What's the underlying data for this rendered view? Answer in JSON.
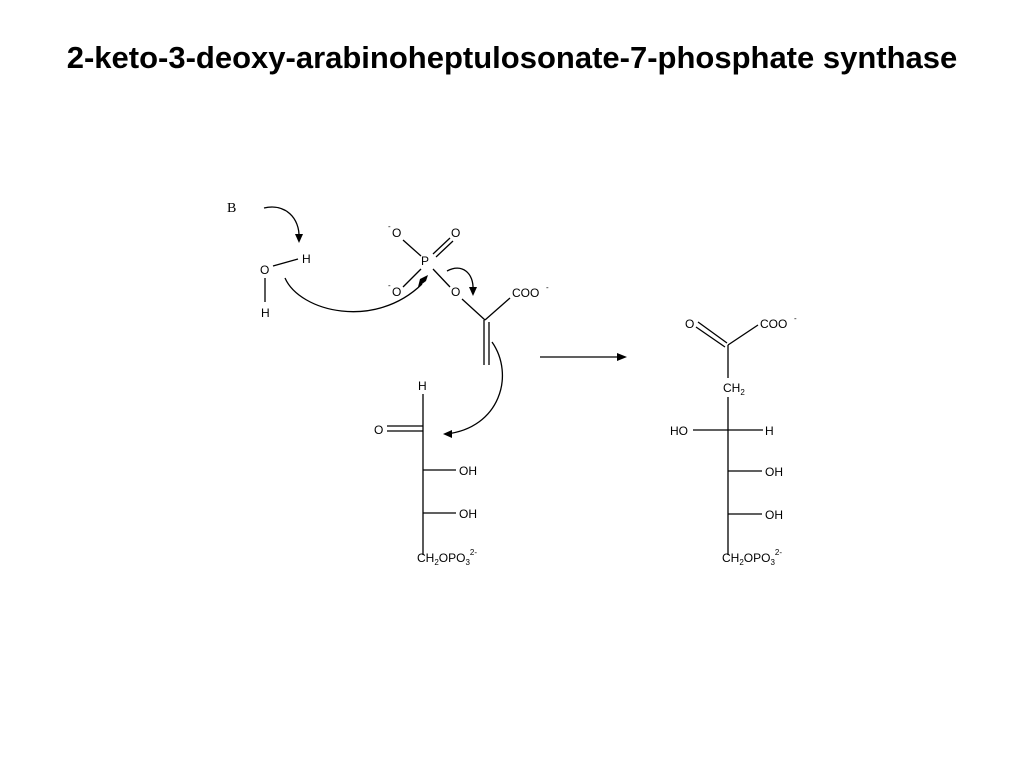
{
  "title": "2-keto-3-deoxy-arabinoheptulosonate-7-phosphate synthase",
  "colors": {
    "text": "#000000",
    "background": "#ffffff"
  },
  "reactants": {
    "base": "B",
    "water": {
      "o": "O",
      "h_top": "H",
      "h_bottom": "H"
    },
    "pep": {
      "o_minus_top": "O",
      "o_double": "O",
      "p": "P",
      "o_minus_bottom": "O",
      "o_bridge": "O",
      "carboxylate": "COO",
      "minus": "-"
    },
    "e4p": {
      "h": "H",
      "o": "O",
      "oh1": "OH",
      "oh2": "OH",
      "ch2": "CH",
      "sub2": "2",
      "opo": "OPO",
      "sub3": "3",
      "charge": "2-"
    }
  },
  "product": {
    "o": "O",
    "carboxylate": "COO",
    "minus": "-",
    "ch": "CH",
    "sub2": "2",
    "ho": "HO",
    "h": "H",
    "oh1": "OH",
    "oh2": "OH",
    "ch2": "CH",
    "opo": "OPO",
    "sub3": "3",
    "charge": "2-"
  }
}
